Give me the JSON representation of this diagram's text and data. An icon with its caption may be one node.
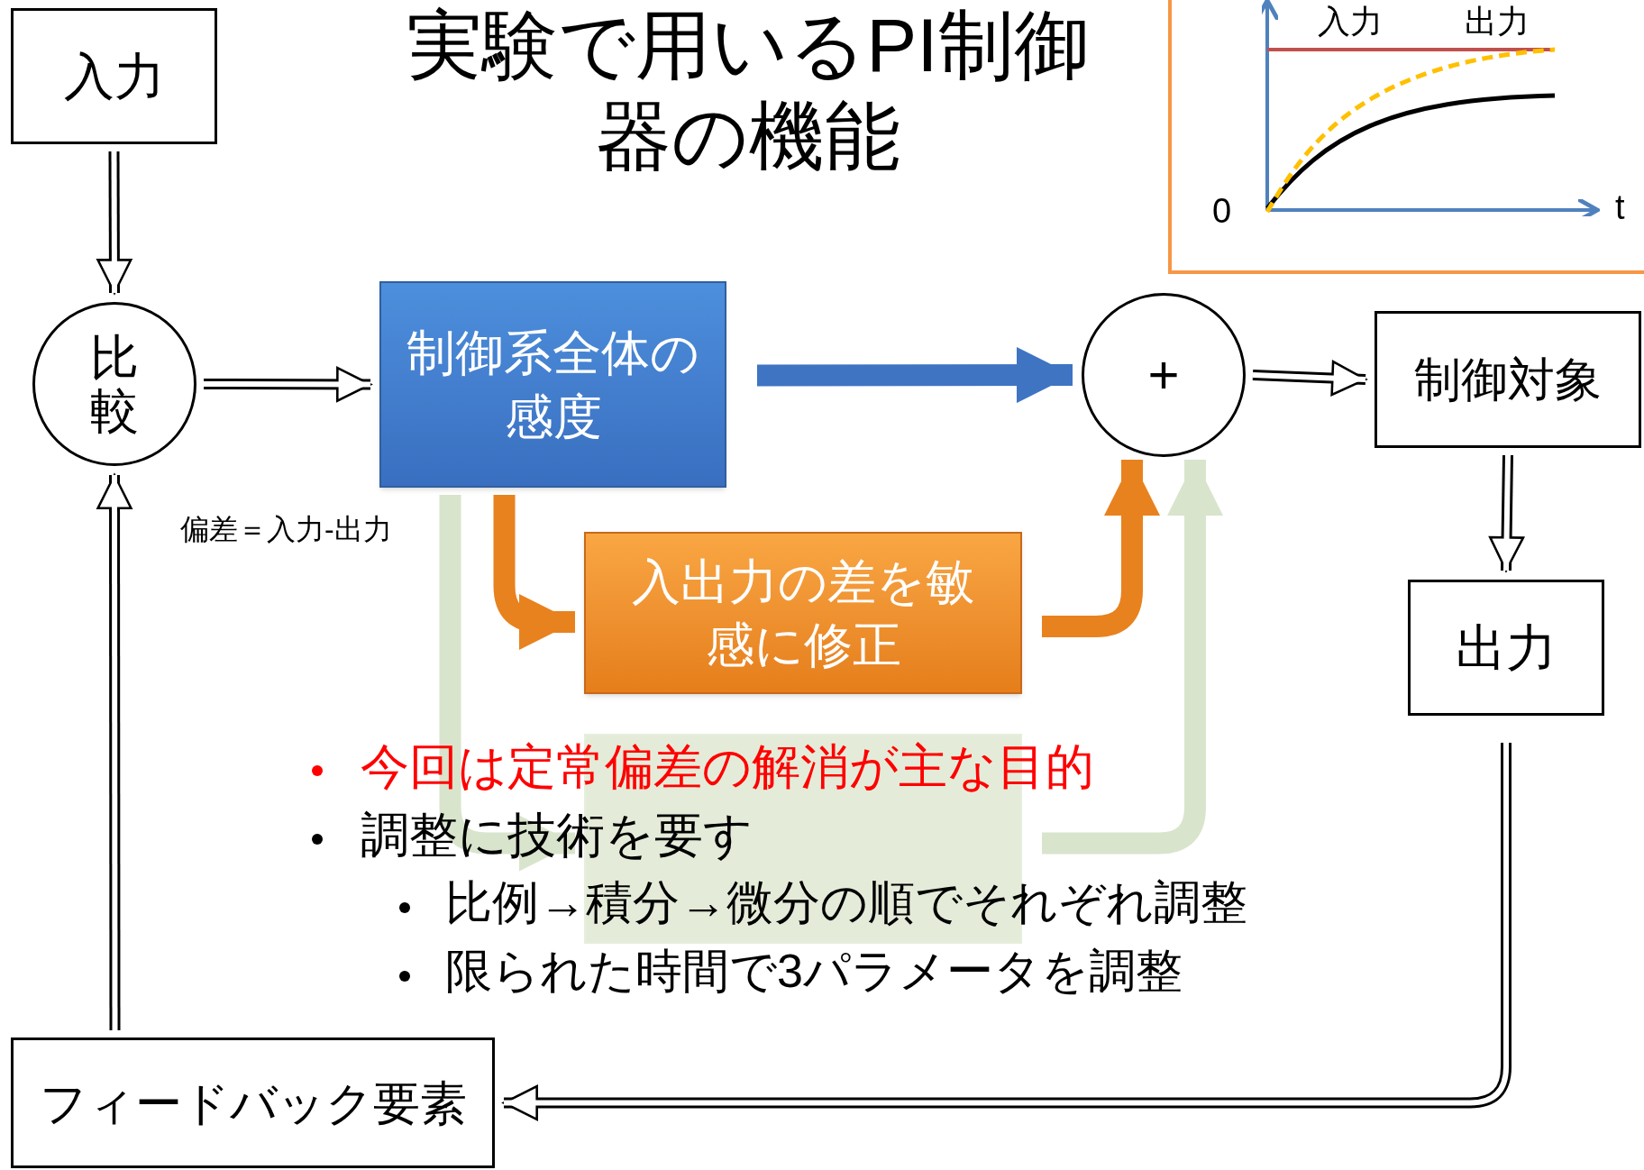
{
  "diagram": {
    "title": "実験で用いるPI制御器の機能",
    "nodes": [
      {
        "text": [
          "入力"
        ]
      },
      {
        "text": [
          "比較"
        ]
      },
      {
        "text": [
          "制御系全体の感度"
        ]
      },
      {
        "text": [
          "+"
        ]
      },
      {
        "text": [
          "制御対象"
        ]
      },
      {
        "text": [
          "出力"
        ]
      },
      {
        "text": [
          "フィードバック要素"
        ]
      },
      {
        "text": [
          "入出力の差を敏感に修正"
        ]
      },
      {
        "text": [],
        "shape": "box"
      }
    ],
    "edges": [
      {
        "from": 0,
        "to": 1,
        "arrow": "to"
      },
      {
        "from": 1,
        "to": 2,
        "arrow": "to"
      },
      {
        "from": 2,
        "to": 3,
        "arrow": "to",
        "style": "thick",
        "color": "#3f74c3"
      },
      {
        "from": 3,
        "to": 4,
        "arrow": "to"
      },
      {
        "from": 4,
        "to": 5,
        "arrow": "to"
      },
      {
        "from": 5,
        "to": 6,
        "arrow": "to"
      },
      {
        "from": 6,
        "to": 1,
        "arrow": "to"
      },
      {
        "from": 2,
        "to": 7,
        "arrow": "to",
        "style": "thick",
        "color": "#e8821e"
      },
      {
        "from": 7,
        "to": 3,
        "arrow": "to",
        "style": "thick",
        "color": "#e8821e"
      },
      {
        "from": 2,
        "to": 8,
        "arrow": "to",
        "style": "thick",
        "color": "#d9e4cc"
      },
      {
        "from": 8,
        "to": 3,
        "arrow": "to",
        "style": "thick",
        "color": "#d9e4cc"
      }
    ],
    "labels": [
      "偏差＝入力-出力",
      "今回は定常偏差の解消が主な目的",
      "調整に技術を要す",
      "比例→積分→微分の順でそれぞれ調整",
      "限られた時間で3パラメータを調整",
      "入力",
      "出力",
      "0",
      "t"
    ]
  }
}
